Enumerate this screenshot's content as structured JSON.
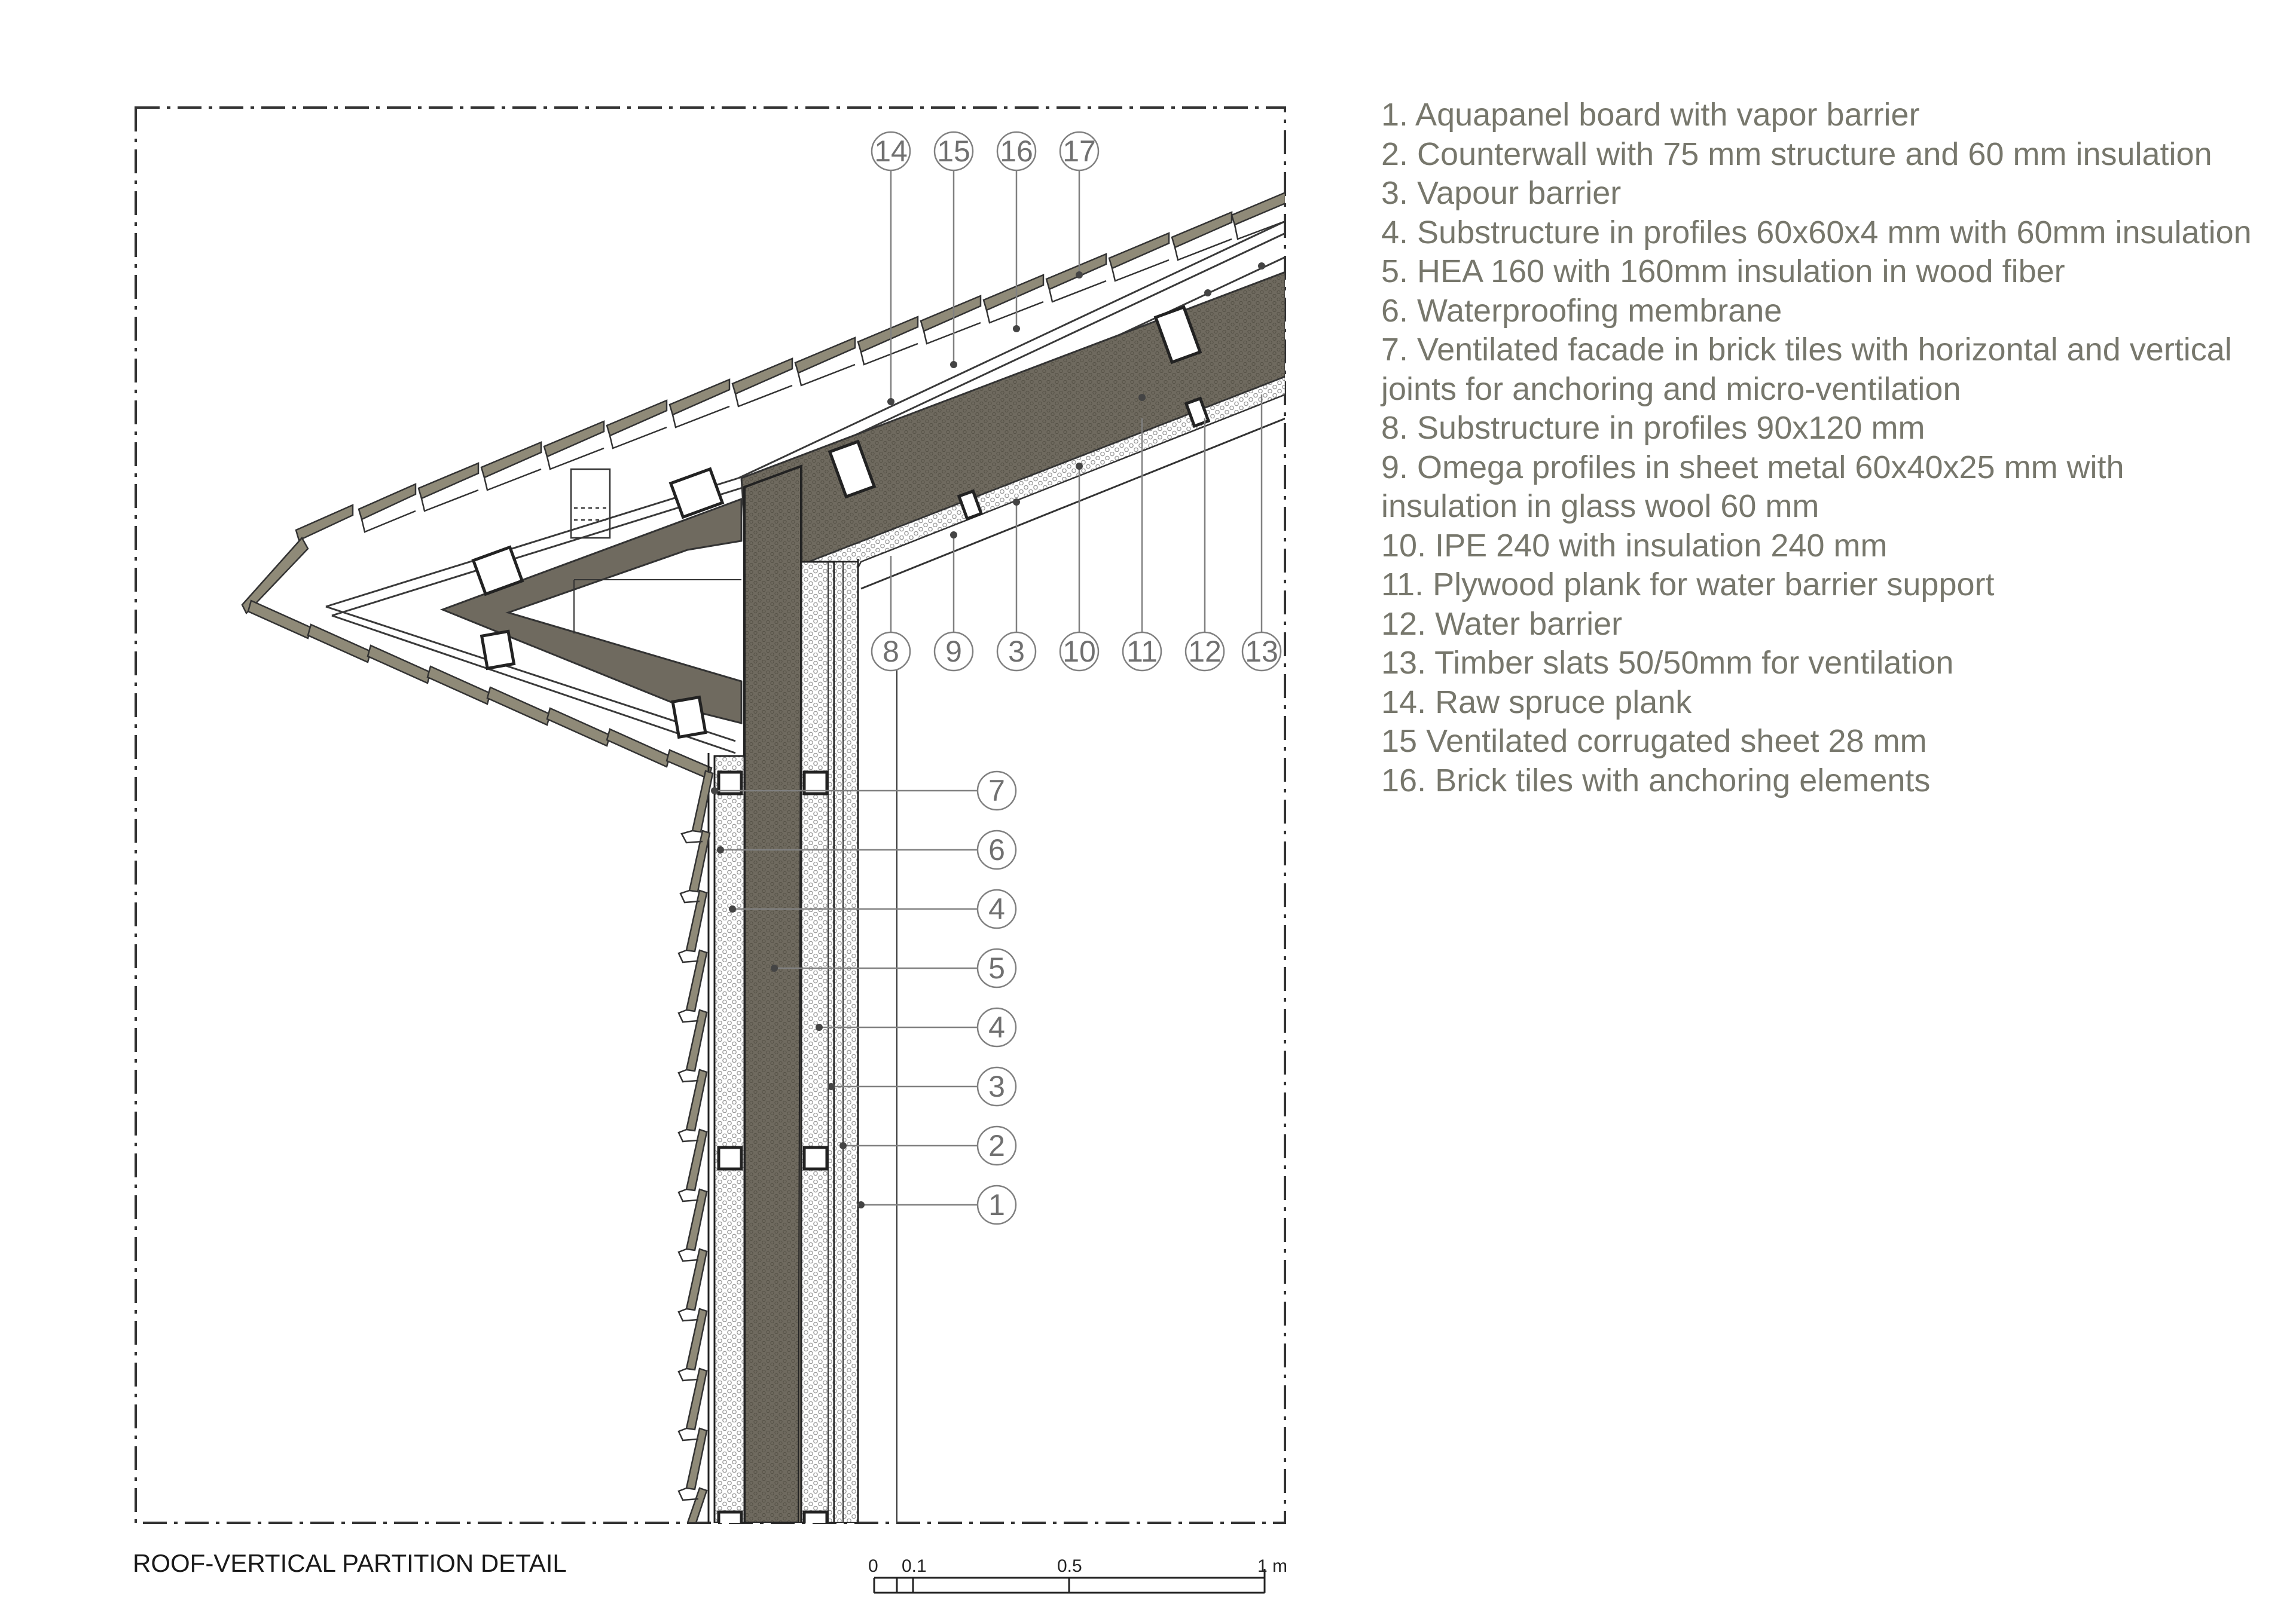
{
  "drawing_title": "ROOF-VERTICAL PARTITION DETAIL",
  "legend": [
    "1. Aquapanel board with vapor barrier",
    "2. Counterwall with 75 mm structure and 60 mm insulation",
    "3. Vapour barrier",
    "4. Substructure in profiles 60x60x4 mm with 60mm insulation",
    "5. HEA 160 with 160mm insulation in wood fiber",
    "6. Waterproofing membrane",
    "7. Ventilated facade in brick tiles with horizontal and vertical joints for anchoring and micro-ventilation",
    "8. Substructure in profiles 90x120 mm",
    "9. Omega profiles in sheet metal 60x40x25 mm with insulation in glass wool 60 mm",
    "10. IPE 240 with insulation 240 mm",
    "11. Plywood plank for water barrier support",
    "12. Water barrier",
    "13. Timber slats 50/50mm for ventilation",
    "14. Raw spruce plank",
    "15 Ventilated corrugated sheet 28 mm",
    "16. Brick tiles with anchoring elements"
  ],
  "callouts_top": [
    "14",
    "15",
    "16",
    "17"
  ],
  "callouts_roof": [
    "8",
    "9",
    "3",
    "10",
    "11",
    "12",
    "13"
  ],
  "callouts_wall": [
    "7",
    "6",
    "4",
    "5",
    "4",
    "3",
    "2",
    "1"
  ],
  "scale_bar": {
    "tick_labels": [
      "0",
      "0.1",
      "0.5",
      "1 m"
    ]
  },
  "colors": {
    "steel_fill": "#6f6a5f",
    "tile_fill": "#8f8a78",
    "callout_stroke": "#808080",
    "legend_text": "#77776c"
  }
}
